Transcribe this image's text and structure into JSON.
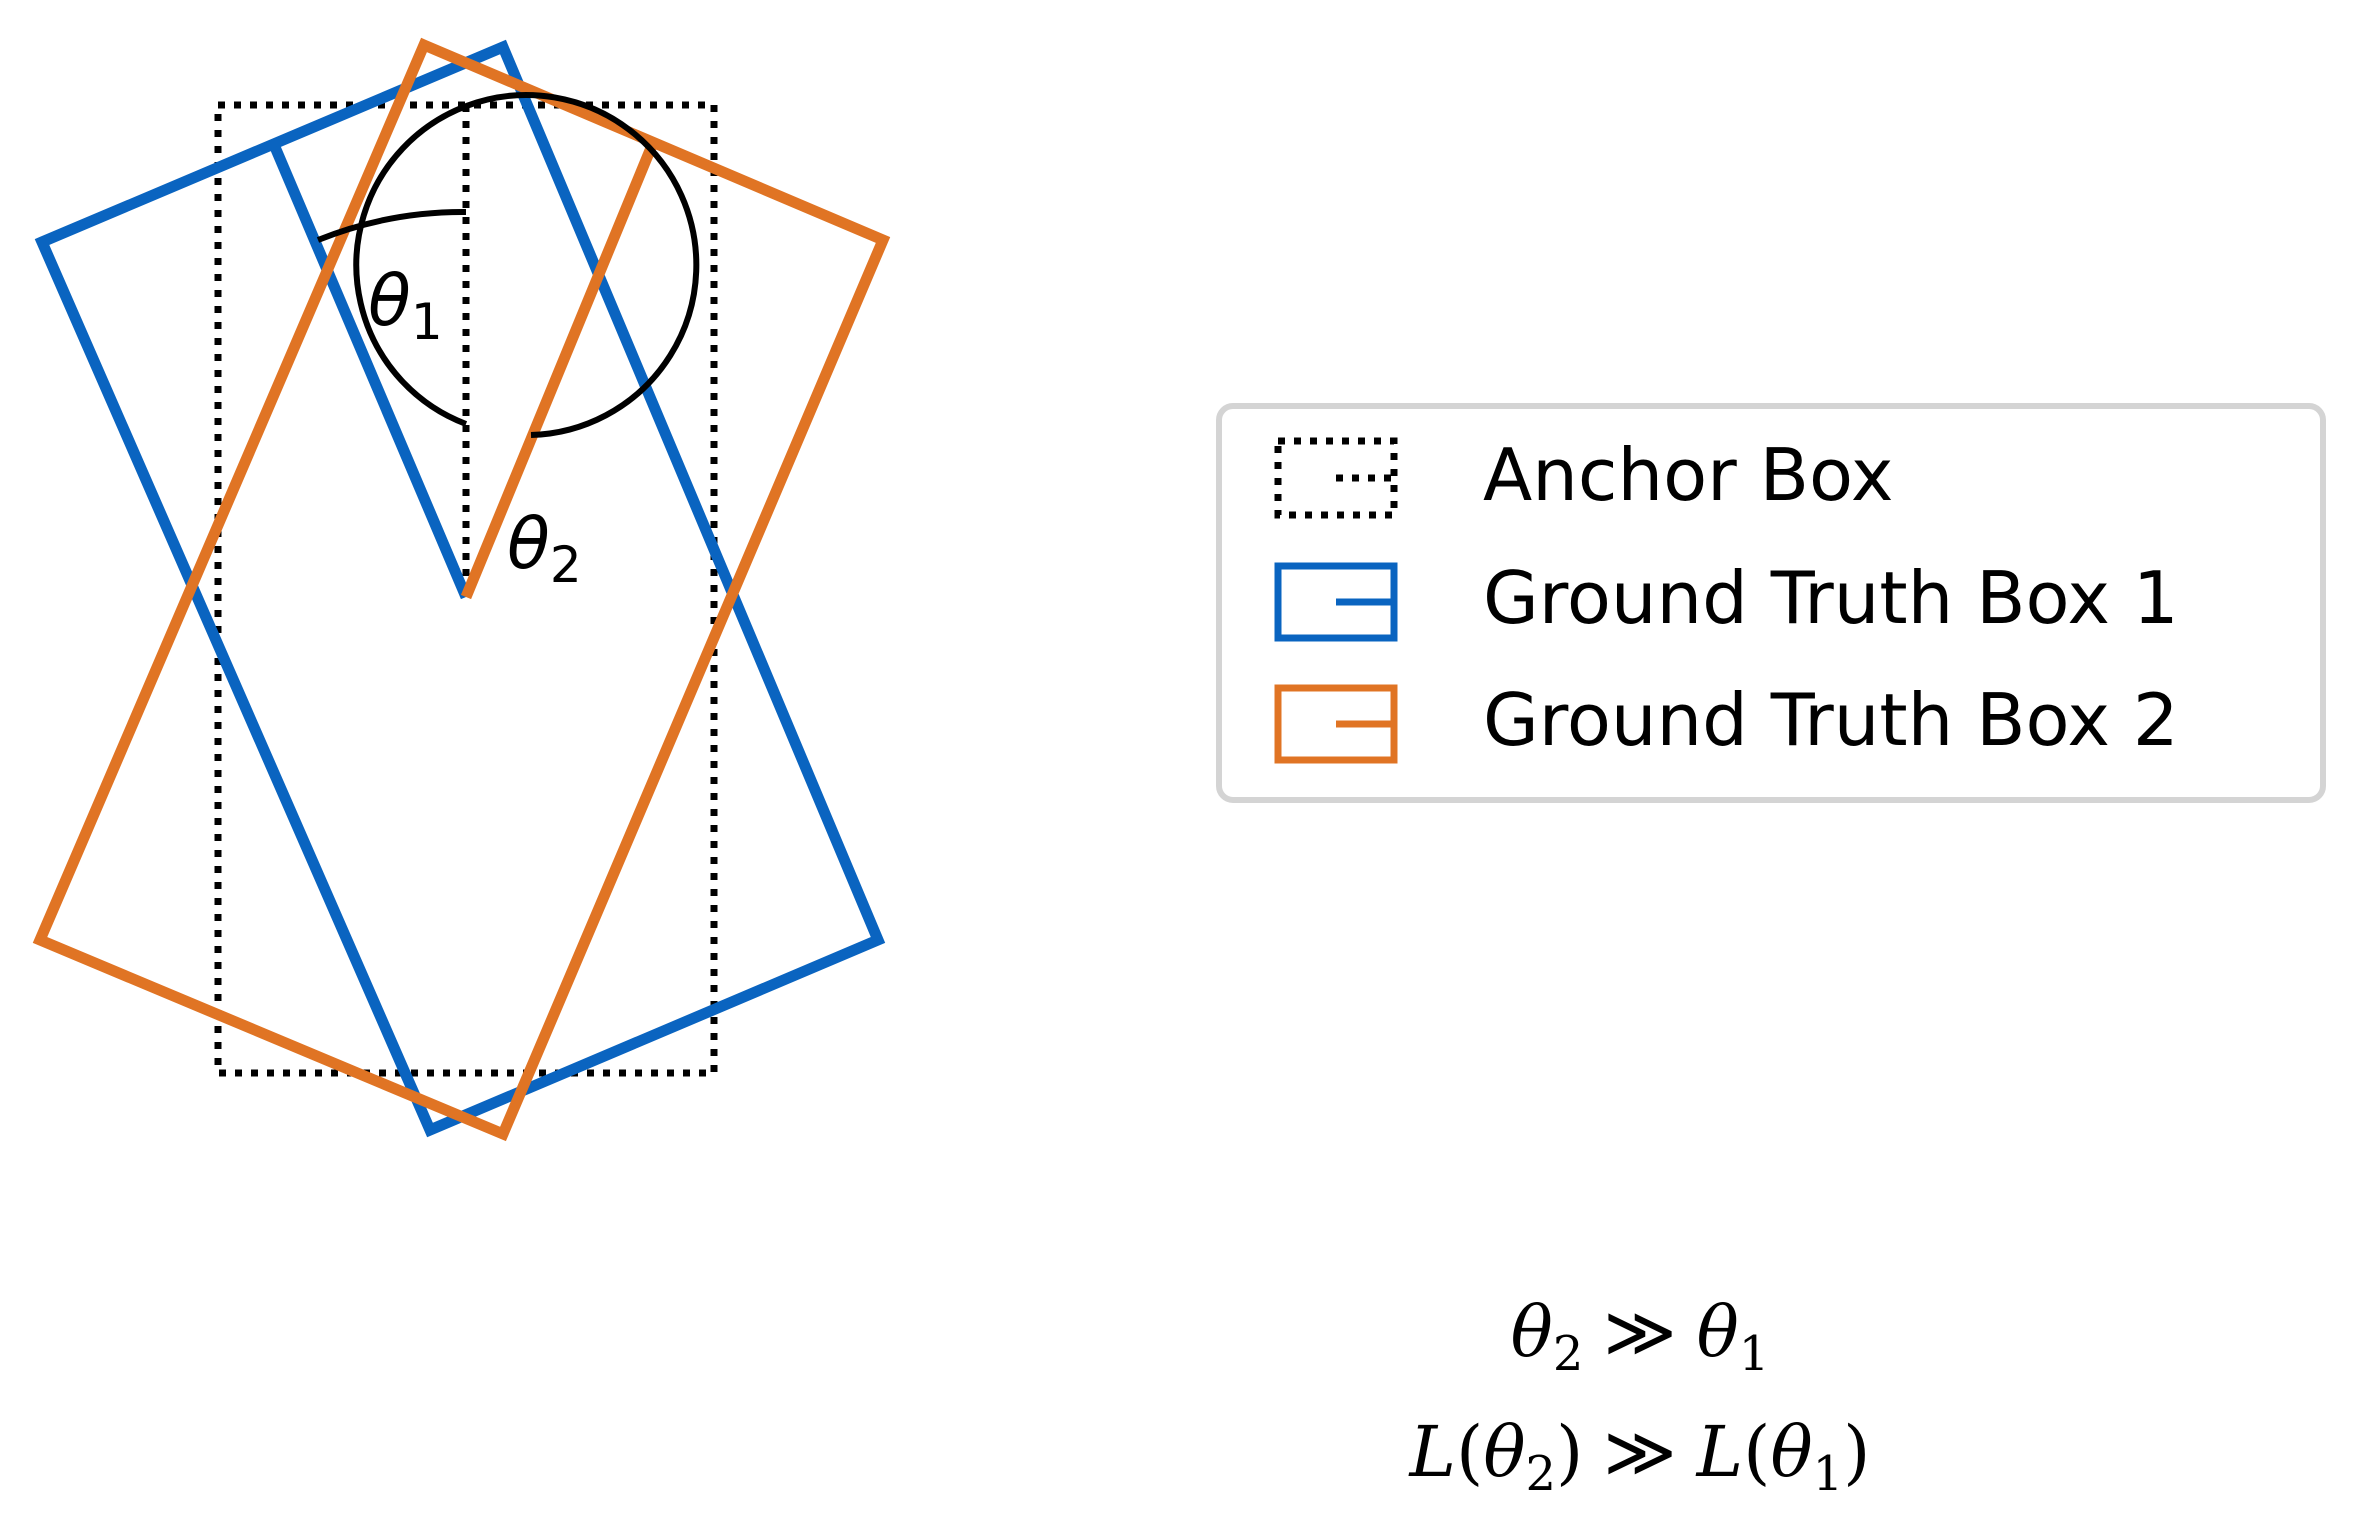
{
  "diagram": {
    "angle_labels": {
      "theta1": {
        "symbol": "θ",
        "subscript": "1"
      },
      "theta2": {
        "symbol": "θ",
        "subscript": "2"
      }
    },
    "legend": {
      "items": [
        {
          "label": "Anchor Box",
          "color": "#000000",
          "style": "dotted"
        },
        {
          "label": "Ground Truth Box 1",
          "color": "#0a64c0",
          "style": "solid"
        },
        {
          "label": "Ground Truth Box 2",
          "color": "#e07424",
          "style": "solid"
        }
      ]
    },
    "equations": {
      "line1": {
        "lhs_symbol": "θ",
        "lhs_sub": "2",
        "op": "≫",
        "rhs_symbol": "θ",
        "rhs_sub": "1"
      },
      "line2": {
        "lhs_fn": "L",
        "lhs_symbol": "θ",
        "lhs_sub": "2",
        "op": "≫",
        "rhs_fn": "L",
        "rhs_symbol": "θ",
        "rhs_sub": "1"
      }
    },
    "colors": {
      "anchor": "#000000",
      "box1": "#0a64c0",
      "box2": "#e07424",
      "legend_border": "#d4d4d4"
    }
  }
}
